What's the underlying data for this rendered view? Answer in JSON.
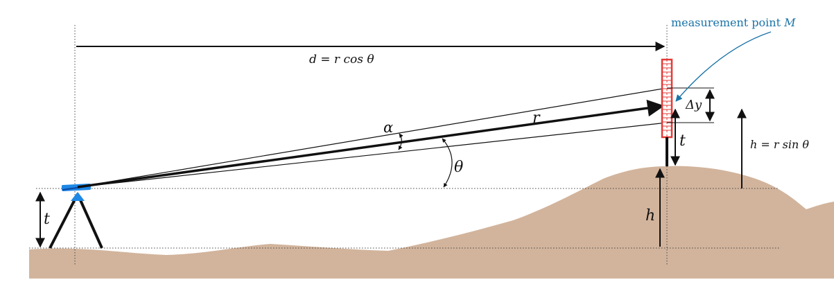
{
  "colors": {
    "ground": "#d2b49c",
    "instrument": "#1e88e5",
    "staff": "#e53935",
    "annotation": "#1a73a8",
    "ink": "#111111"
  },
  "labels": {
    "measurement_prefix": "measurement point ",
    "measurement_symbol": "M",
    "d_formula": "d = r cos θ",
    "r": "r",
    "alpha": "α",
    "theta": "θ",
    "delta_y": "Δy",
    "t_staff": "t",
    "t_tripod": "t",
    "h_staff": "h",
    "h_formula": "h = r sin θ"
  },
  "icons": {
    "instrument": "theodolite-icon",
    "staff": "leveling-staff-icon"
  }
}
